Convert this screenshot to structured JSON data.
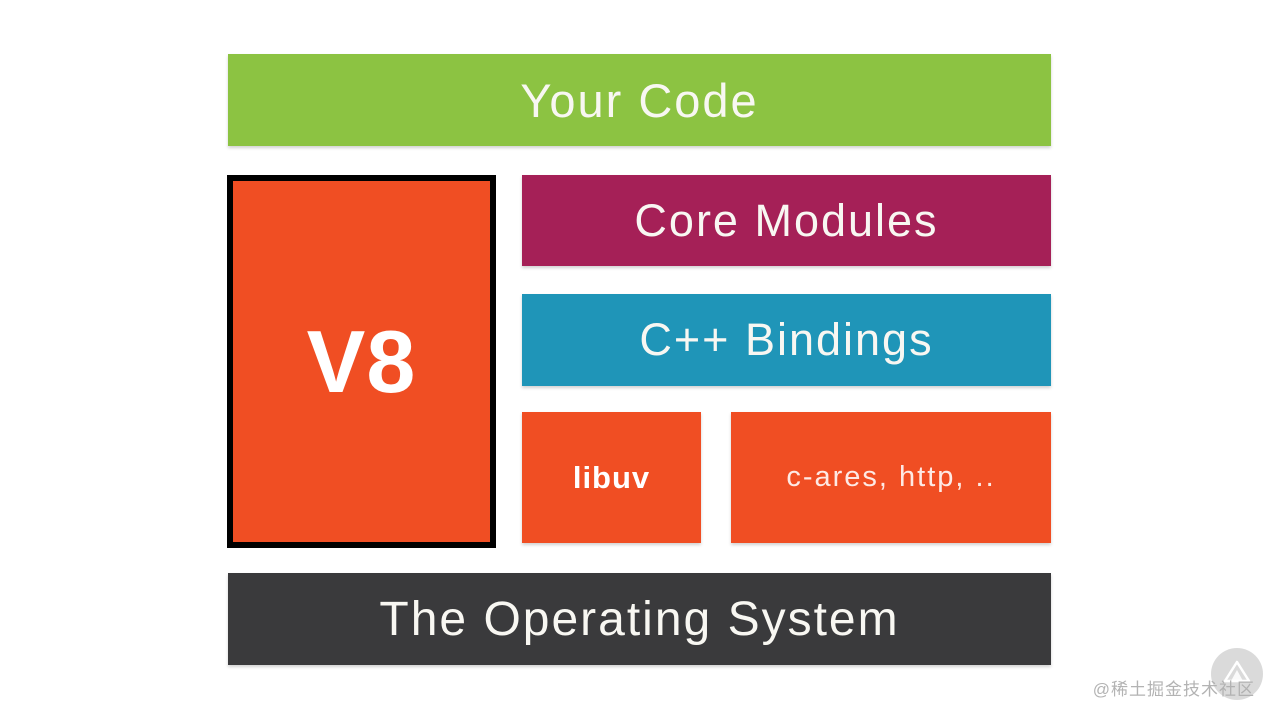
{
  "canvas": {
    "background": "#ffffff",
    "text_color": "#f8f7f2"
  },
  "blocks": {
    "your_code": {
      "label": "Your Code",
      "color": "#8cc342"
    },
    "v8": {
      "label": "V8",
      "color": "#f04e23",
      "border_color": "#000000"
    },
    "core_modules": {
      "label": "Core Modules",
      "color": "#a52057"
    },
    "cpp_bindings": {
      "label": "C++ Bindings",
      "color": "#1f95b8"
    },
    "libuv": {
      "label": "libuv",
      "color": "#f04e23"
    },
    "c_ares": {
      "label": "c-ares, http, ..",
      "color": "#f04e23"
    },
    "operating_system": {
      "label": "The Operating System",
      "color": "#3a3a3c"
    }
  },
  "watermark": {
    "text": "@稀土掘金技术社区",
    "text_color": "#b0b0b0",
    "badge_color": "#cdcdcd"
  }
}
